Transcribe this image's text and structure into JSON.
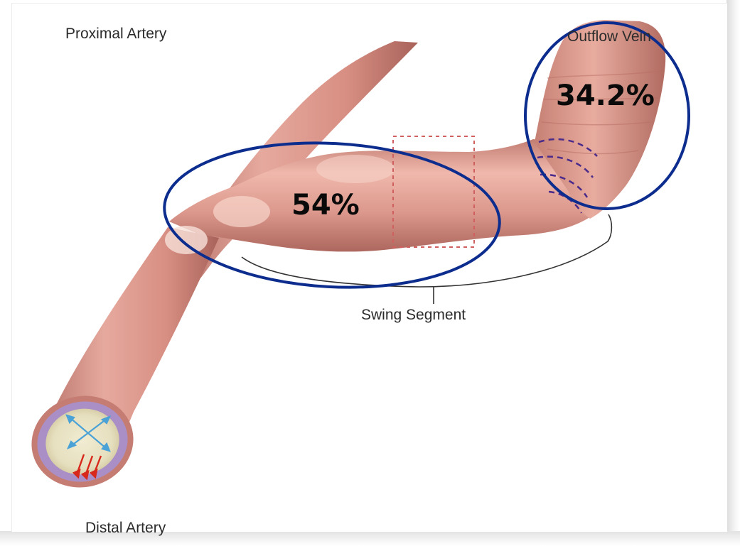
{
  "labels": {
    "proximal_artery": "Proximal Artery",
    "outflow_vein": "Outflow Vein",
    "swing_segment": "Swing Segment",
    "distal_artery": "Distal Artery"
  },
  "annotations": {
    "swing_percent": "54%",
    "outflow_percent": "34.2%"
  },
  "colors": {
    "vessel": "#dc988c",
    "highlight_circle": "#0c2d8e",
    "wall_layer": "#a98fc6",
    "flow_arrows": "#d8281c",
    "wall_arrows": "#4aa2d6",
    "swing_marker": "#d06060"
  }
}
